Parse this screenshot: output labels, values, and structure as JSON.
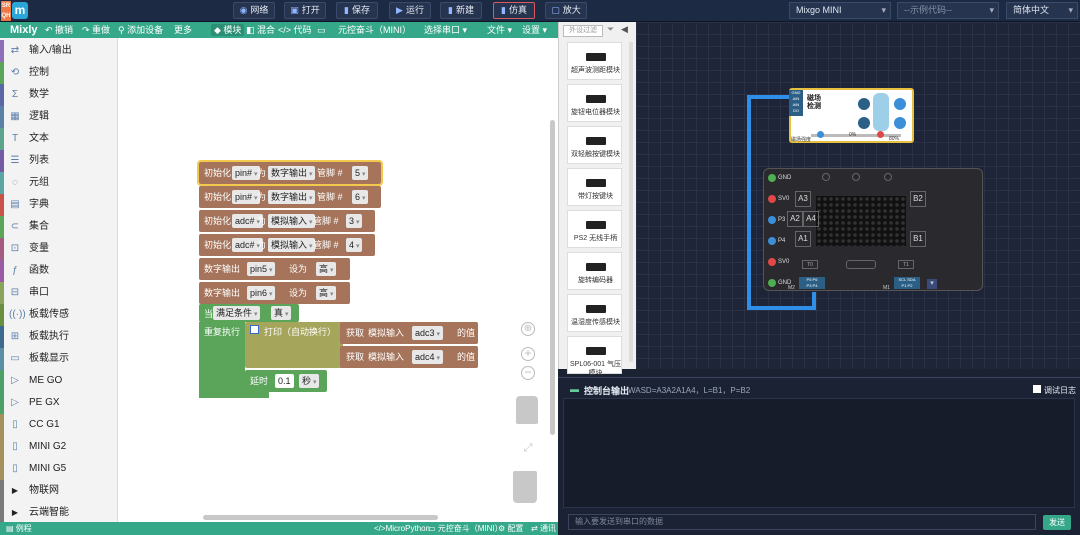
{
  "app_logo": "m",
  "topbar": {
    "buttons": [
      {
        "icon": "◉",
        "label": "网络"
      },
      {
        "icon": "▣",
        "label": "打开"
      },
      {
        "icon": "▮",
        "label": "保存"
      },
      {
        "icon": "▶",
        "label": "运行"
      },
      {
        "icon": "▮",
        "label": "新建"
      },
      {
        "icon": "▮",
        "label": "仿真"
      },
      {
        "icon": "▢",
        "label": "放大"
      }
    ],
    "board_select": "Mixgo MINI",
    "example_select": "--示例代码--",
    "language_select": "简体中文"
  },
  "mixly_toolbar": {
    "brand": "Mixly",
    "undo": "撤销",
    "redo": "重做",
    "add_device": "添加设备",
    "more": "更多",
    "mode_blocks": "模块",
    "mode_mixed": "混合",
    "mode_code": "代码",
    "board_name": "元控奋斗（MINI）",
    "port_select": "选择串口",
    "file_menu": "文件",
    "settings_menu": "设置"
  },
  "categories": [
    {
      "label": "输入/输出",
      "color": "#8c6fb8",
      "icon": "⇄"
    },
    {
      "label": "控制",
      "color": "#5ba55b",
      "icon": "⟲"
    },
    {
      "label": "数学",
      "color": "#5b67a5",
      "icon": "Σ"
    },
    {
      "label": "逻辑",
      "color": "#5b80a5",
      "icon": "▦"
    },
    {
      "label": "文本",
      "color": "#5ba58c",
      "icon": "T"
    },
    {
      "label": "列表",
      "color": "#745ba5",
      "icon": "☰"
    },
    {
      "label": "元组",
      "color": "#5ba5a5",
      "icon": "◌"
    },
    {
      "label": "字典",
      "color": "#c9524a",
      "icon": "▤"
    },
    {
      "label": "集合",
      "color": "#5ba55b",
      "icon": "⊂"
    },
    {
      "label": "变量",
      "color": "#a55b80",
      "icon": "⊡"
    },
    {
      "label": "函数",
      "color": "#995ba5",
      "icon": "ƒ"
    },
    {
      "label": "串口",
      "color": "#8aa55b",
      "icon": "⊟"
    },
    {
      "label": "板载传感",
      "color": "#6a8f3e",
      "icon": "((·))"
    },
    {
      "label": "板载执行",
      "color": "#3e6a8f",
      "icon": "⊞"
    },
    {
      "label": "板载显示",
      "color": "#5b8fa5",
      "icon": "▭"
    },
    {
      "label": "ME GO",
      "color": "#4ca16a",
      "icon": "▷"
    },
    {
      "label": "PE GX",
      "color": "#4ca16a",
      "icon": "▷"
    },
    {
      "label": "CC G1",
      "color": "#a5915b",
      "icon": "▯"
    },
    {
      "label": "MINI G2",
      "color": "#a5915b",
      "icon": "▯"
    },
    {
      "label": "MINI G5",
      "color": "#a5915b",
      "icon": "▯"
    },
    {
      "label": "物联网",
      "color": "#7a7a7a",
      "icon": "▶"
    },
    {
      "label": "云端智能",
      "color": "#7a7a7a",
      "icon": "▶"
    }
  ],
  "blocks": {
    "init": [
      {
        "prefix": "初始化",
        "var": "pin#",
        "as": "为",
        "mode": "数字输出",
        "pin_label": "管脚 #",
        "pin": "5"
      },
      {
        "prefix": "初始化",
        "var": "pin#",
        "as": "为",
        "mode": "数字输出",
        "pin_label": "管脚 #",
        "pin": "6"
      },
      {
        "prefix": "初始化",
        "var": "adc#",
        "as": "为",
        "mode": "模拟输入",
        "pin_label": "管脚 #",
        "pin": "3"
      },
      {
        "prefix": "初始化",
        "var": "adc#",
        "as": "为",
        "mode": "模拟输入",
        "pin_label": "管脚 #",
        "pin": "4"
      }
    ],
    "digital_out": [
      {
        "label": "数字输出",
        "pin": "pin5",
        "set": "设为",
        "level": "高"
      },
      {
        "label": "数字输出",
        "pin": "pin6",
        "set": "设为",
        "level": "高"
      }
    ],
    "while_prefix": "当",
    "while_mode": "满足条件",
    "while_value": "真",
    "repeat": "重复执行",
    "print": "打印（自动换行）",
    "reads": [
      {
        "get": "获取",
        "label": "模拟输入",
        "pin": "adc3",
        "suffix": "的值"
      },
      {
        "get": "获取",
        "label": "模拟输入",
        "pin": "adc4",
        "suffix": "的值"
      }
    ],
    "delay": "延时",
    "delay_val": "0.1",
    "delay_unit": "秒"
  },
  "status": {
    "examples": "例程",
    "lang": "MicroPython",
    "board": "元控奋斗（MINI）",
    "config": "配置",
    "share": "通讯"
  },
  "palette": {
    "filter": "外设过滤",
    "cards": [
      "超声波测距模块",
      "旋钮电位器模块",
      "双轻触按键模块",
      "带灯按键块",
      "PS2 无线手柄",
      "旋转编码器",
      "温湿度传感模块",
      "SPL06-001 气压模块"
    ]
  },
  "sim": {
    "sensor_title": "磁场检测",
    "pin_labels": [
      "GND",
      "SV0",
      "P3",
      "P4",
      "SV0",
      "GND"
    ],
    "keys": [
      "A3",
      "A2",
      "A4",
      "A1",
      "B2",
      "B1"
    ],
    "bottom_left": "T0",
    "bottom_right": "T1",
    "chip_left": "P5  P6",
    "chip_left2": "P3  P4",
    "chip_right": "SCL  SDA",
    "chip_right2": "P1  P2",
    "m2": "M2",
    "m1": "M1",
    "slider_left": "0%",
    "slider_right": "80%",
    "slider_label": "磁场强度"
  },
  "console": {
    "title": "控制台输出",
    "hint": "WASD=A3A2A1A4，L=B1，P=B2",
    "debug_label": "调试日志",
    "input_placeholder": "输入要发送到串口的数据",
    "send": "发送"
  },
  "colors": {
    "accent": "#36a88a",
    "topbar": "#1c2a44"
  }
}
